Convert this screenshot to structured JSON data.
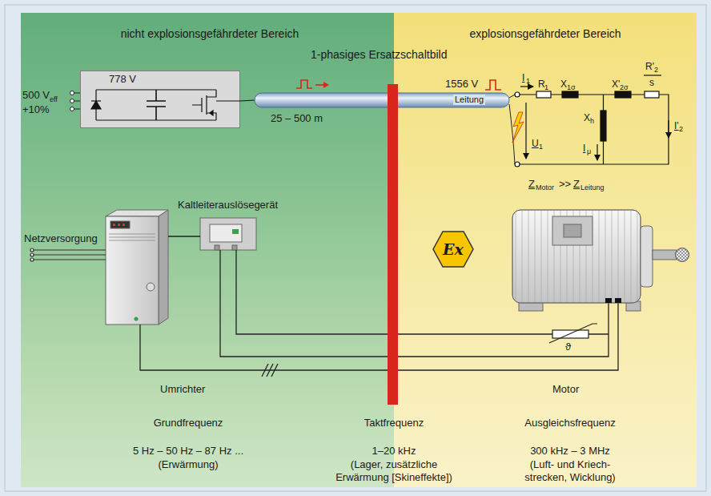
{
  "diagram": {
    "nodes": [
      {
        "text": [
          "nicht explosionsgefährdeter Bereich"
        ]
      },
      {
        "text": [
          "explosionsgefährdeter Bereich"
        ]
      },
      {
        "text": [
          "778 V"
        ],
        "in": 0
      },
      {
        "text": [
          "Ex"
        ],
        "in": 1
      }
    ],
    "labels": [
      "1-phasiges Ersatzschaltbild",
      "500 V",
      "eff",
      "+10%",
      "25 – 500 m",
      "1556 V",
      "Leitung",
      "I",
      "1",
      "U",
      "1",
      "R",
      "1",
      "X",
      "1σ",
      "X'",
      "2σ",
      "R'",
      "2",
      "s",
      "X",
      "h",
      "I",
      "μ",
      "I'",
      "2",
      "Z",
      "Motor",
      ">>",
      "Z",
      "Leitung",
      "Netzversorgung",
      "Kaltleiterauslösegerät",
      "ϑ",
      "Umrichter",
      "Motor",
      "Grundfrequenz",
      "5 Hz – 50 Hz – 87 Hz ...",
      "(Erwärmung)",
      "Taktfrequenz",
      "1–20 kHz",
      "(Lager, zusätzliche Erwärmung [Skineffekte])",
      "Ausgleichsfrequenz",
      "300 kHz – 3 MHz",
      "(Luft- und Kriech- strecken, Wicklung)"
    ]
  }
}
